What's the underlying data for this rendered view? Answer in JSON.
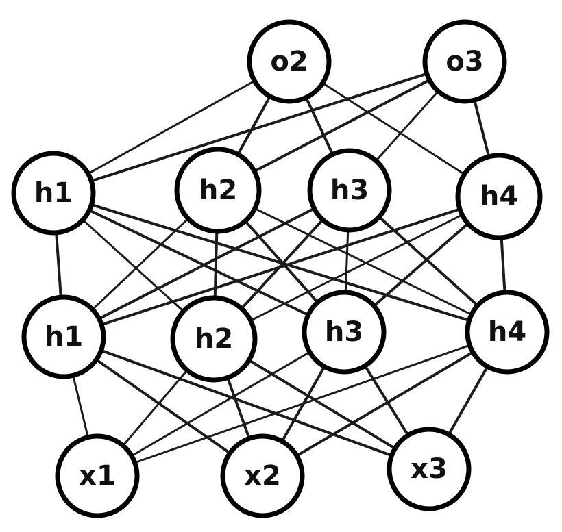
{
  "diagram": {
    "type": "neural-network",
    "layers": [
      {
        "id": "output",
        "nodes": [
          {
            "id": "o2",
            "label": "o2"
          },
          {
            "id": "o3",
            "label": "o3"
          }
        ]
      },
      {
        "id": "hidden2",
        "nodes": [
          {
            "id": "h2_1",
            "label": "h1"
          },
          {
            "id": "h2_2",
            "label": "h2"
          },
          {
            "id": "h2_3",
            "label": "h3"
          },
          {
            "id": "h2_4",
            "label": "h4"
          }
        ]
      },
      {
        "id": "hidden1",
        "nodes": [
          {
            "id": "h1_1",
            "label": "h1"
          },
          {
            "id": "h1_2",
            "label": "h2"
          },
          {
            "id": "h1_3",
            "label": "h3"
          },
          {
            "id": "h1_4",
            "label": "h4"
          }
        ]
      },
      {
        "id": "input",
        "nodes": [
          {
            "id": "x1",
            "label": "x1"
          },
          {
            "id": "x2",
            "label": "x2"
          },
          {
            "id": "x3",
            "label": "x3"
          }
        ]
      }
    ],
    "edges": [
      [
        "o2",
        "h2_1"
      ],
      [
        "o2",
        "h2_2"
      ],
      [
        "o2",
        "h2_3"
      ],
      [
        "o2",
        "h2_4"
      ],
      [
        "o3",
        "h2_1"
      ],
      [
        "o3",
        "h2_2"
      ],
      [
        "o3",
        "h2_3"
      ],
      [
        "o3",
        "h2_4"
      ],
      [
        "h2_1",
        "h1_1"
      ],
      [
        "h2_1",
        "h1_2"
      ],
      [
        "h2_1",
        "h1_3"
      ],
      [
        "h2_1",
        "h1_4"
      ],
      [
        "h2_2",
        "h1_1"
      ],
      [
        "h2_2",
        "h1_2"
      ],
      [
        "h2_2",
        "h1_3"
      ],
      [
        "h2_2",
        "h1_4"
      ],
      [
        "h2_3",
        "h1_1"
      ],
      [
        "h2_3",
        "h1_2"
      ],
      [
        "h2_3",
        "h1_3"
      ],
      [
        "h2_3",
        "h1_4"
      ],
      [
        "h2_4",
        "h1_1"
      ],
      [
        "h2_4",
        "h1_2"
      ],
      [
        "h2_4",
        "h1_3"
      ],
      [
        "h2_4",
        "h1_4"
      ],
      [
        "h1_1",
        "x1"
      ],
      [
        "h1_1",
        "x2"
      ],
      [
        "h1_1",
        "x3"
      ],
      [
        "h1_2",
        "x1"
      ],
      [
        "h1_2",
        "x2"
      ],
      [
        "h1_2",
        "x3"
      ],
      [
        "h1_3",
        "x1"
      ],
      [
        "h1_3",
        "x2"
      ],
      [
        "h1_3",
        "x3"
      ],
      [
        "h1_4",
        "x1"
      ],
      [
        "h1_4",
        "x2"
      ],
      [
        "h1_4",
        "x3"
      ]
    ]
  }
}
